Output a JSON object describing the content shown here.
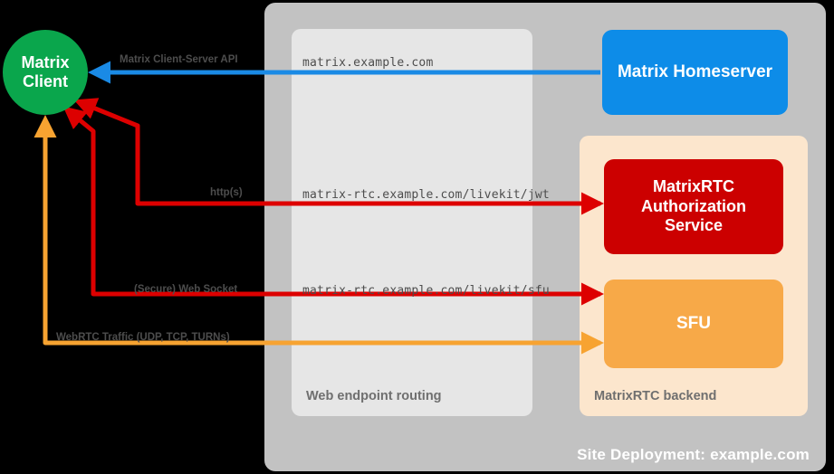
{
  "diagram": {
    "site": {
      "label": "Site Deployment: example.com",
      "color": "#c2c2c2"
    },
    "routing_panel": {
      "label": "Web endpoint routing",
      "color": "#e6e6e6"
    },
    "backend_panel": {
      "label": "MatrixRTC backend",
      "color": "#fce6cd"
    },
    "nodes": {
      "client": {
        "line1": "Matrix",
        "line2": "Client",
        "color": "#0aa64c"
      },
      "homeserver": {
        "label": "Matrix Homeserver",
        "color": "#0d8ce8"
      },
      "auth_service": {
        "line1": "MatrixRTC",
        "line2": "Authorization",
        "line3": "Service",
        "color": "#cc0000"
      },
      "sfu": {
        "label": "SFU",
        "color": "#f7a948"
      }
    },
    "edges": [
      {
        "protocol_label": "Matrix Client-Server API",
        "endpoint_label": "matrix.example.com",
        "color": "#1a8ae5"
      },
      {
        "protocol_label": "http(s)",
        "endpoint_label": "matrix-rtc.example.com/livekit/jwt",
        "color": "#dd0000"
      },
      {
        "protocol_label": "(Secure) Web Socket",
        "endpoint_label": "matrix-rtc.example.com/livekit/sfu",
        "color": "#dd0000"
      },
      {
        "protocol_label": "WebRTC Traffic (UDP, TCP, TURNs)",
        "endpoint_label": "",
        "color": "#f7a331"
      }
    ]
  }
}
